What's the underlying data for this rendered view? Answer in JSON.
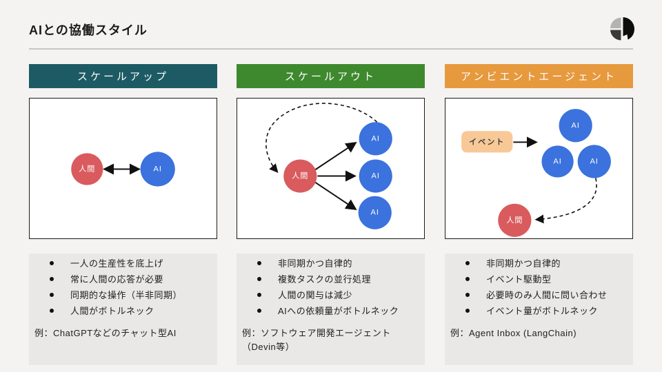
{
  "title": "AIとの協働スタイル",
  "logo_icon": "pie-leaf-logo",
  "colors": {
    "background": "#f4f3f2",
    "panel_bg": "#e9e8e6",
    "scale_up_header": "#1d5b64",
    "scale_out_header": "#3e892e",
    "ambient_header": "#e7993e",
    "human_node": "#d95b5e",
    "ai_node": "#3b72dd",
    "event_fill": "#f8c997",
    "header_text": "#ffffff"
  },
  "columns": [
    {
      "id": "scale-up",
      "header": "スケールアップ",
      "diagram": {
        "human_label": "人間",
        "ai_label": "AI"
      },
      "bullets": [
        "一人の生産性を底上げ",
        "常に人間の応答が必要",
        "同期的な操作（半非同期）",
        "人間がボトルネック"
      ],
      "example_lines": [
        "例：ChatGPTなどのチャット型AI"
      ]
    },
    {
      "id": "scale-out",
      "header": "スケールアウト",
      "diagram": {
        "human_label": "人間",
        "ai_label": "AI"
      },
      "bullets": [
        "非同期かつ自律的",
        "複数タスクの並行処理",
        "人間の関与は減少",
        "AIへの依頼量がボトルネック"
      ],
      "example_lines": [
        "例：ソフトウェア開発エージェント",
        "（Devin等）"
      ]
    },
    {
      "id": "ambient",
      "header": "アンビエントエージェント",
      "diagram": {
        "human_label": "人間",
        "ai_label": "AI",
        "event_label": "イベント"
      },
      "bullets": [
        "非同期かつ自律的",
        "イベント駆動型",
        "必要時のみ人間に問い合わせ",
        "イベント量がボトルネック"
      ],
      "example_lines": [
        "例：Agent Inbox (LangChain)"
      ]
    }
  ]
}
